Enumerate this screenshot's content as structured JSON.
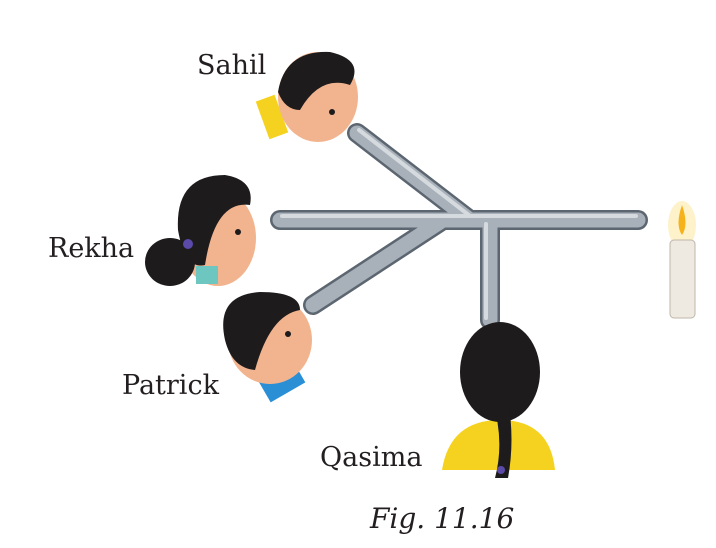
{
  "figure": {
    "labels": {
      "sahil": "Sahil",
      "rekha": "Rekha",
      "patrick": "Patrick",
      "qasima": "Qasima"
    },
    "caption": "Fig. 11.16"
  },
  "colors": {
    "pipe": "#9ea6b0",
    "pipe_edge": "#5c6670",
    "hair": "#1e1b1c",
    "skin": "#f2b48e",
    "qasima_shirt": "#f5d21f",
    "candle": "#eeeae2",
    "flame": "#f6b21b"
  }
}
